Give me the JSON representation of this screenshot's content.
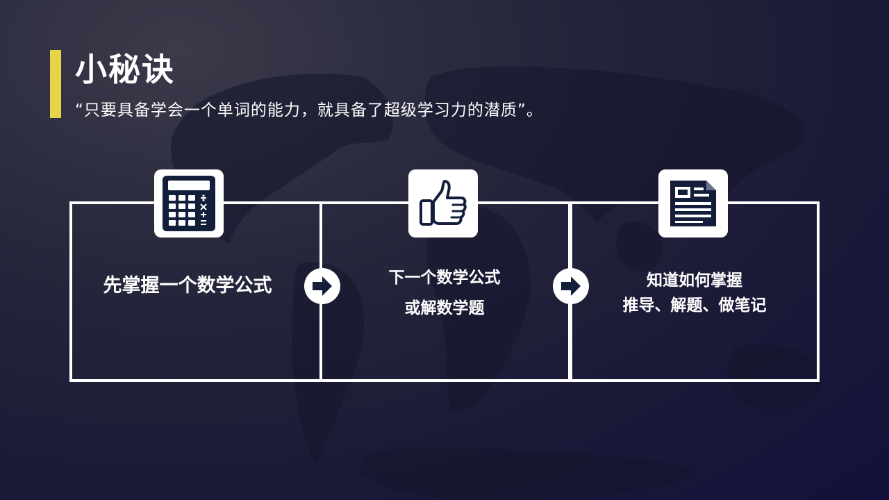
{
  "slide": {
    "title": "小秘诀",
    "subtitle": "“只要具备学会一个单词的能力，就具备了超级学习力的潜质”。",
    "accent_color": "#e8d44a",
    "background_color": "#1b1b3a"
  },
  "steps": [
    {
      "icon": "calculator-icon",
      "lines": [
        "先掌握一个数学公式"
      ]
    },
    {
      "icon": "thumbs-up-icon",
      "lines": [
        "下一个数学公式",
        "或解数学题"
      ]
    },
    {
      "icon": "document-icon",
      "lines": [
        "知道如何掌握",
        "推导、解题、做笔记"
      ]
    }
  ],
  "connectors": [
    "arrow-right-icon",
    "arrow-right-icon"
  ]
}
